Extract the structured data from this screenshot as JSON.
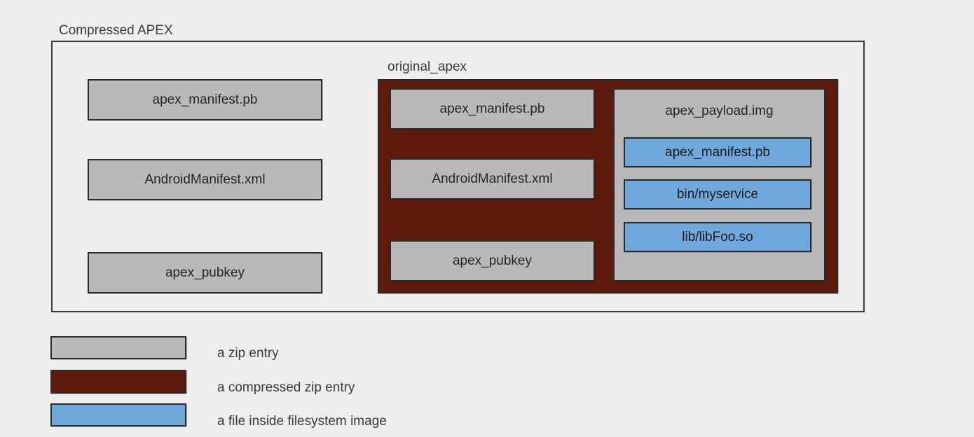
{
  "diagram": {
    "outer_group": {
      "label": "Compressed APEX",
      "entries": [
        {
          "name": "apex_manifest.pb",
          "kind": "zip-entry"
        },
        {
          "name": "AndroidManifest.xml",
          "kind": "zip-entry"
        },
        {
          "name": "apex_pubkey",
          "kind": "zip-entry"
        }
      ]
    },
    "inner_group": {
      "label": "original_apex",
      "kind": "compressed-zip-entry",
      "entries": [
        {
          "name": "apex_manifest.pb",
          "kind": "zip-entry"
        },
        {
          "name": "AndroidManifest.xml",
          "kind": "zip-entry"
        },
        {
          "name": "apex_pubkey",
          "kind": "zip-entry"
        }
      ],
      "payload": {
        "name": "apex_payload.img",
        "kind": "zip-entry",
        "files": [
          {
            "name": "apex_manifest.pb",
            "kind": "filesystem-file"
          },
          {
            "name": "bin/myservice",
            "kind": "filesystem-file"
          },
          {
            "name": "lib/libFoo.so",
            "kind": "filesystem-file"
          }
        ]
      }
    }
  },
  "legend": {
    "items": [
      {
        "label": "a zip entry",
        "color": "#b9b9b9"
      },
      {
        "label": "a compressed zip entry",
        "color": "#5e1a0a"
      },
      {
        "label": "a file inside filesystem image",
        "color": "#6fa8dc"
      }
    ]
  },
  "colors": {
    "background": "#eeeeee",
    "zip_entry": "#b9b9b9",
    "compressed_zip_entry": "#5e1a0a",
    "filesystem_file": "#6fa8dc",
    "stroke": "#2b2b2b",
    "text": "#262626"
  }
}
